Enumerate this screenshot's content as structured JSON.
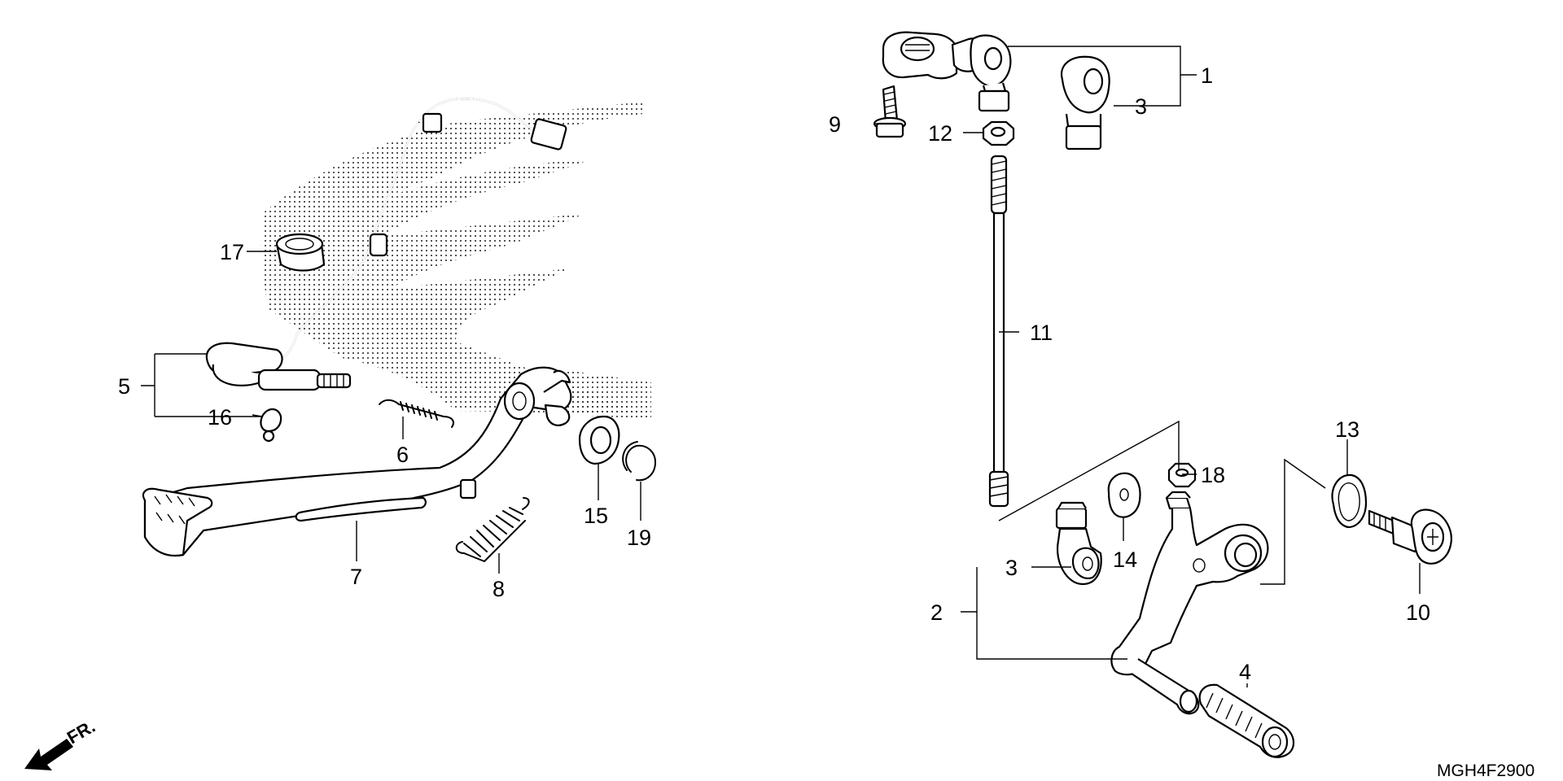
{
  "diagram": {
    "code": "MGH4F2900",
    "direction": "FR.",
    "callouts": {
      "c1": "1",
      "c2": "2",
      "c3a": "3",
      "c3b": "3",
      "c4": "4",
      "c5": "5",
      "c6": "6",
      "c7": "7",
      "c8": "8",
      "c9": "9",
      "c10": "10",
      "c11": "11",
      "c12": "12",
      "c13": "13",
      "c14": "14",
      "c15": "15",
      "c16": "16",
      "c17": "17",
      "c18": "18",
      "c19": "19"
    }
  }
}
